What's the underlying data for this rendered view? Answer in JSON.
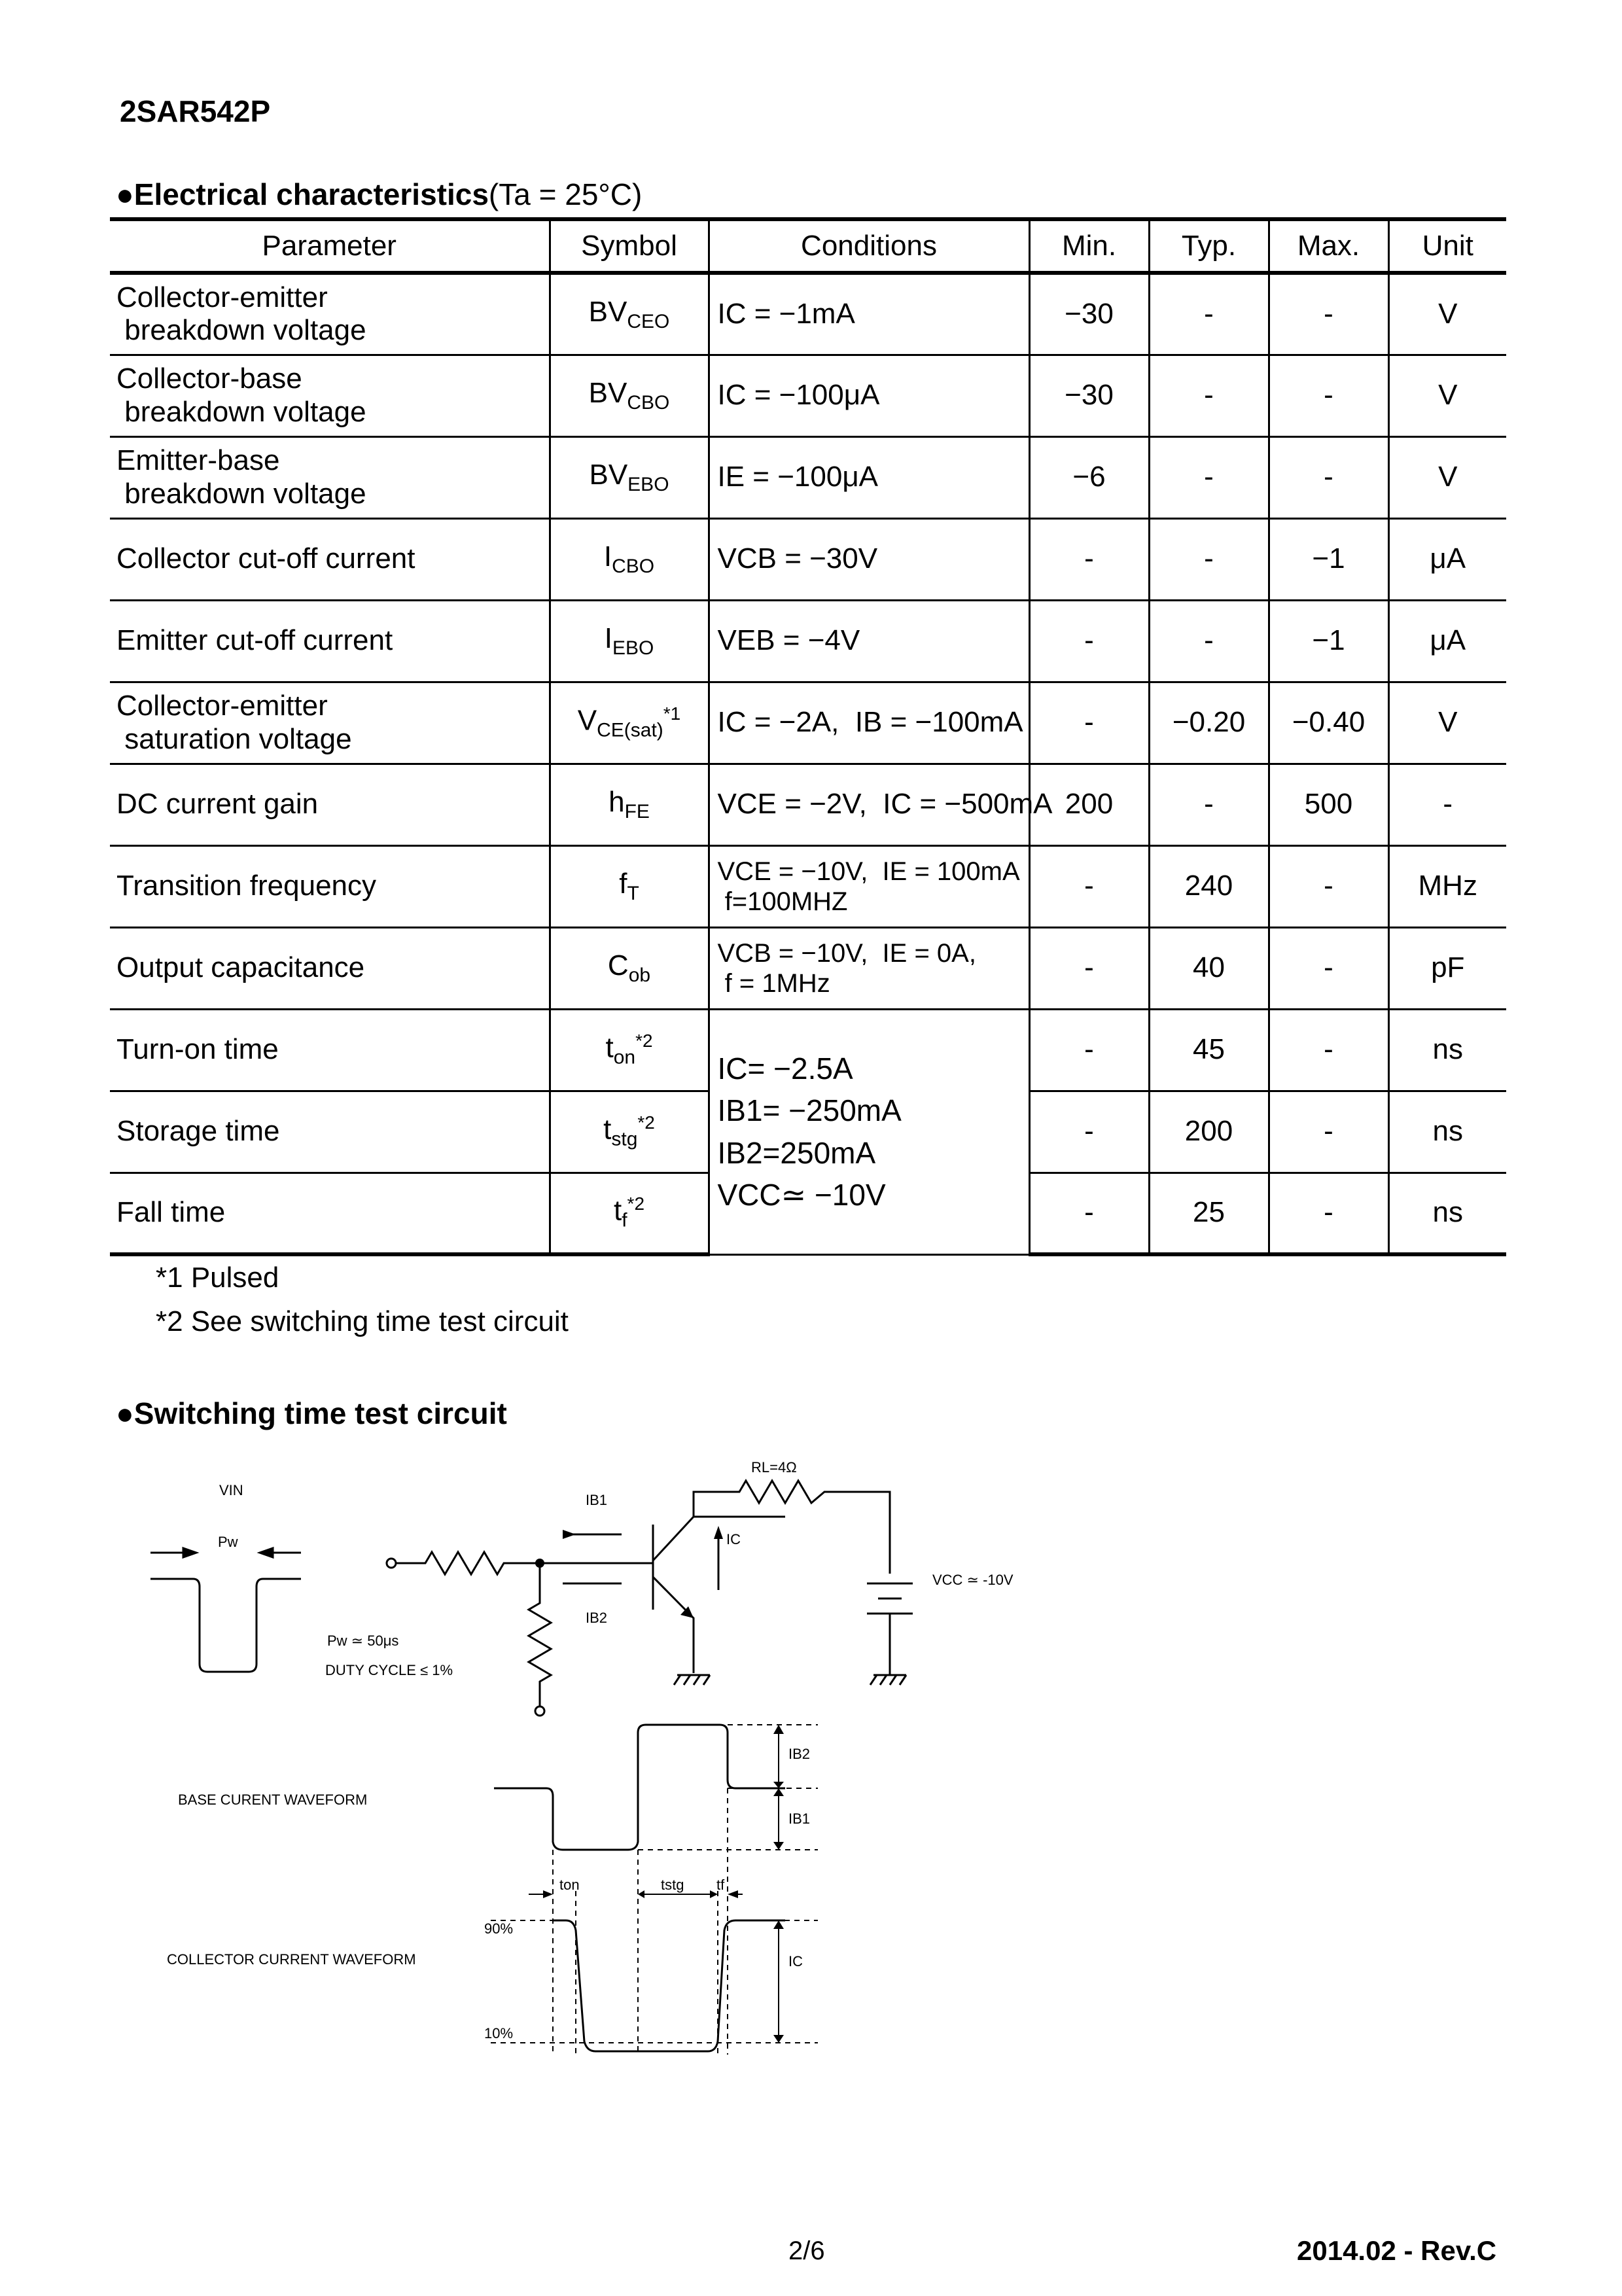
{
  "part_number": "2SAR542P",
  "section1": {
    "bullet": "●",
    "title": "Electrical characteristics",
    "condition": "(Ta = 25°C)"
  },
  "table": {
    "headers": [
      "Parameter",
      "Symbol",
      "Conditions",
      "Min.",
      "Typ.",
      "Max.",
      "Unit"
    ],
    "rows": [
      {
        "p1": "Collector-emitter",
        "p2": " breakdown voltage",
        "sym": "BV",
        "sub": "CEO",
        "cond": "IC = −1mA",
        "min": "−30",
        "typ": "-",
        "max": "-",
        "unit": "V"
      },
      {
        "p1": "Collector-base",
        "p2": " breakdown voltage",
        "sym": "BV",
        "sub": "CBO",
        "cond": "IC = −100μA",
        "min": "−30",
        "typ": "-",
        "max": "-",
        "unit": "V"
      },
      {
        "p1": "Emitter-base",
        "p2": " breakdown voltage",
        "sym": "BV",
        "sub": "EBO",
        "cond": "IE = −100μA",
        "min": "−6",
        "typ": "-",
        "max": "-",
        "unit": "V"
      },
      {
        "p1": "Collector cut-off current",
        "sym": "I",
        "sub": "CBO",
        "cond": "VCB = −30V",
        "min": "-",
        "typ": "-",
        "max": "−1",
        "unit": "μA"
      },
      {
        "p1": "Emitter cut-off current",
        "sym": "I",
        "sub": "EBO",
        "cond": "VEB = −4V",
        "min": "-",
        "typ": "-",
        "max": "−1",
        "unit": "μA"
      },
      {
        "p1": "Collector-emitter",
        "p2": " saturation voltage",
        "sym": "V",
        "sub": "CE(sat)",
        "sup": "*1",
        "cond": "IC = −2A,  IB = −100mA",
        "min": "-",
        "typ": "−0.20",
        "max": "−0.40",
        "unit": "V"
      },
      {
        "p1": "DC current gain",
        "sym": "h",
        "sub": "FE",
        "cond": "VCE = −2V,  IC = −500mA",
        "min": "200",
        "typ": "-",
        "max": "500",
        "unit": "-"
      },
      {
        "p1": "Transition frequency",
        "sym": "f",
        "sub": "T",
        "cond": "VCE = −10V,  IE = 100mA",
        "cond2": " f=100MHZ",
        "min": "-",
        "typ": "240",
        "max": "-",
        "unit": "MHz"
      },
      {
        "p1": "Output capacitance",
        "sym": "C",
        "sub": "ob",
        "cond": "VCB = −10V,  IE = 0A,",
        "cond2": " f = 1MHz",
        "min": "-",
        "typ": "40",
        "max": "-",
        "unit": "pF"
      },
      {
        "p1": "Turn-on time",
        "sym": "t",
        "sub": "on",
        "sup": "*2",
        "min": "-",
        "typ": "45",
        "max": "-",
        "unit": "ns"
      },
      {
        "p1": "Storage time",
        "sym": "t",
        "sub": "stg",
        "sup": "*2",
        "min": "-",
        "typ": "200",
        "max": "-",
        "unit": "ns"
      },
      {
        "p1": "Fall time",
        "sym": "t",
        "sub": "f",
        "sup": "*2",
        "min": "-",
        "typ": "25",
        "max": "-",
        "unit": "ns"
      }
    ],
    "switch_cond": [
      "IC= −2.5A",
      "IB1= −250mA",
      "IB2=250mA",
      "VCC≃ −10V"
    ]
  },
  "notes": [
    "*1 Pulsed",
    "*2 See switching time test circuit"
  ],
  "section2": {
    "bullet": "●",
    "title": "Switching time test circuit"
  },
  "circuit": {
    "vin": "VIN",
    "pw": "Pw",
    "pw_val": "Pw ≃ 50μs",
    "duty": "DUTY CYCLE ≤ 1%",
    "ib1": "IB1",
    "ib2": "IB2",
    "ic": "IC",
    "rl": "RL=4Ω",
    "vcc": "VCC ≃ -10V",
    "base_wave": "BASE CURENT WAVEFORM",
    "coll_wave": "COLLECTOR CURRENT WAVEFORM",
    "ton": "ton",
    "tstg": "tstg",
    "tf": "tf",
    "p90": "90%",
    "p10": "10%"
  },
  "footer": {
    "page": "2/6",
    "rev": "2014.02 -  Rev.C"
  }
}
